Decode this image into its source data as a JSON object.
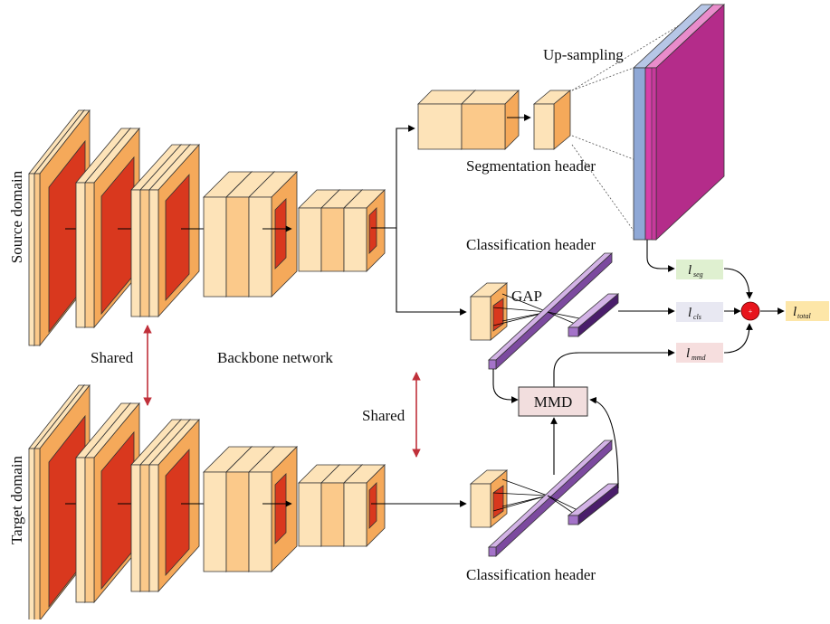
{
  "labels": {
    "source_domain": "Source domain",
    "target_domain": "Target domain",
    "shared_left": "Shared",
    "shared_middle": "Shared",
    "backbone": "Backbone network",
    "upsampling": "Up-sampling",
    "segmentation_header": "Segmentation header",
    "classification_header_top": "Classification header",
    "classification_header_bottom": "Classification header",
    "gap": "GAP",
    "mmd": "MMD",
    "plus": "+"
  },
  "losses": {
    "seg": {
      "main": "l",
      "sub": "seg"
    },
    "cls": {
      "main": "l",
      "sub": "cls"
    },
    "mmd": {
      "main": "l",
      "sub": "mmd"
    },
    "total": {
      "main": "l",
      "sub": "total"
    }
  },
  "colors": {
    "block_light": "#fde3b8",
    "block_mid": "#fbc98a",
    "block_dark": "#f5a95a",
    "feature_red": "#d9381e",
    "feature_red_dark": "#8b1a0c",
    "seg_blue": "#8fa8d6",
    "seg_magenta": "#d63fa8",
    "fc_purple": "#a473c9",
    "mmd_fill": "#f2dede",
    "loss_seg": "#dff0d0",
    "loss_cls": "#e8e8f2",
    "loss_mmd": "#f6dede",
    "loss_total": "#fde6a8",
    "shared_arrow": "#c0303a"
  }
}
